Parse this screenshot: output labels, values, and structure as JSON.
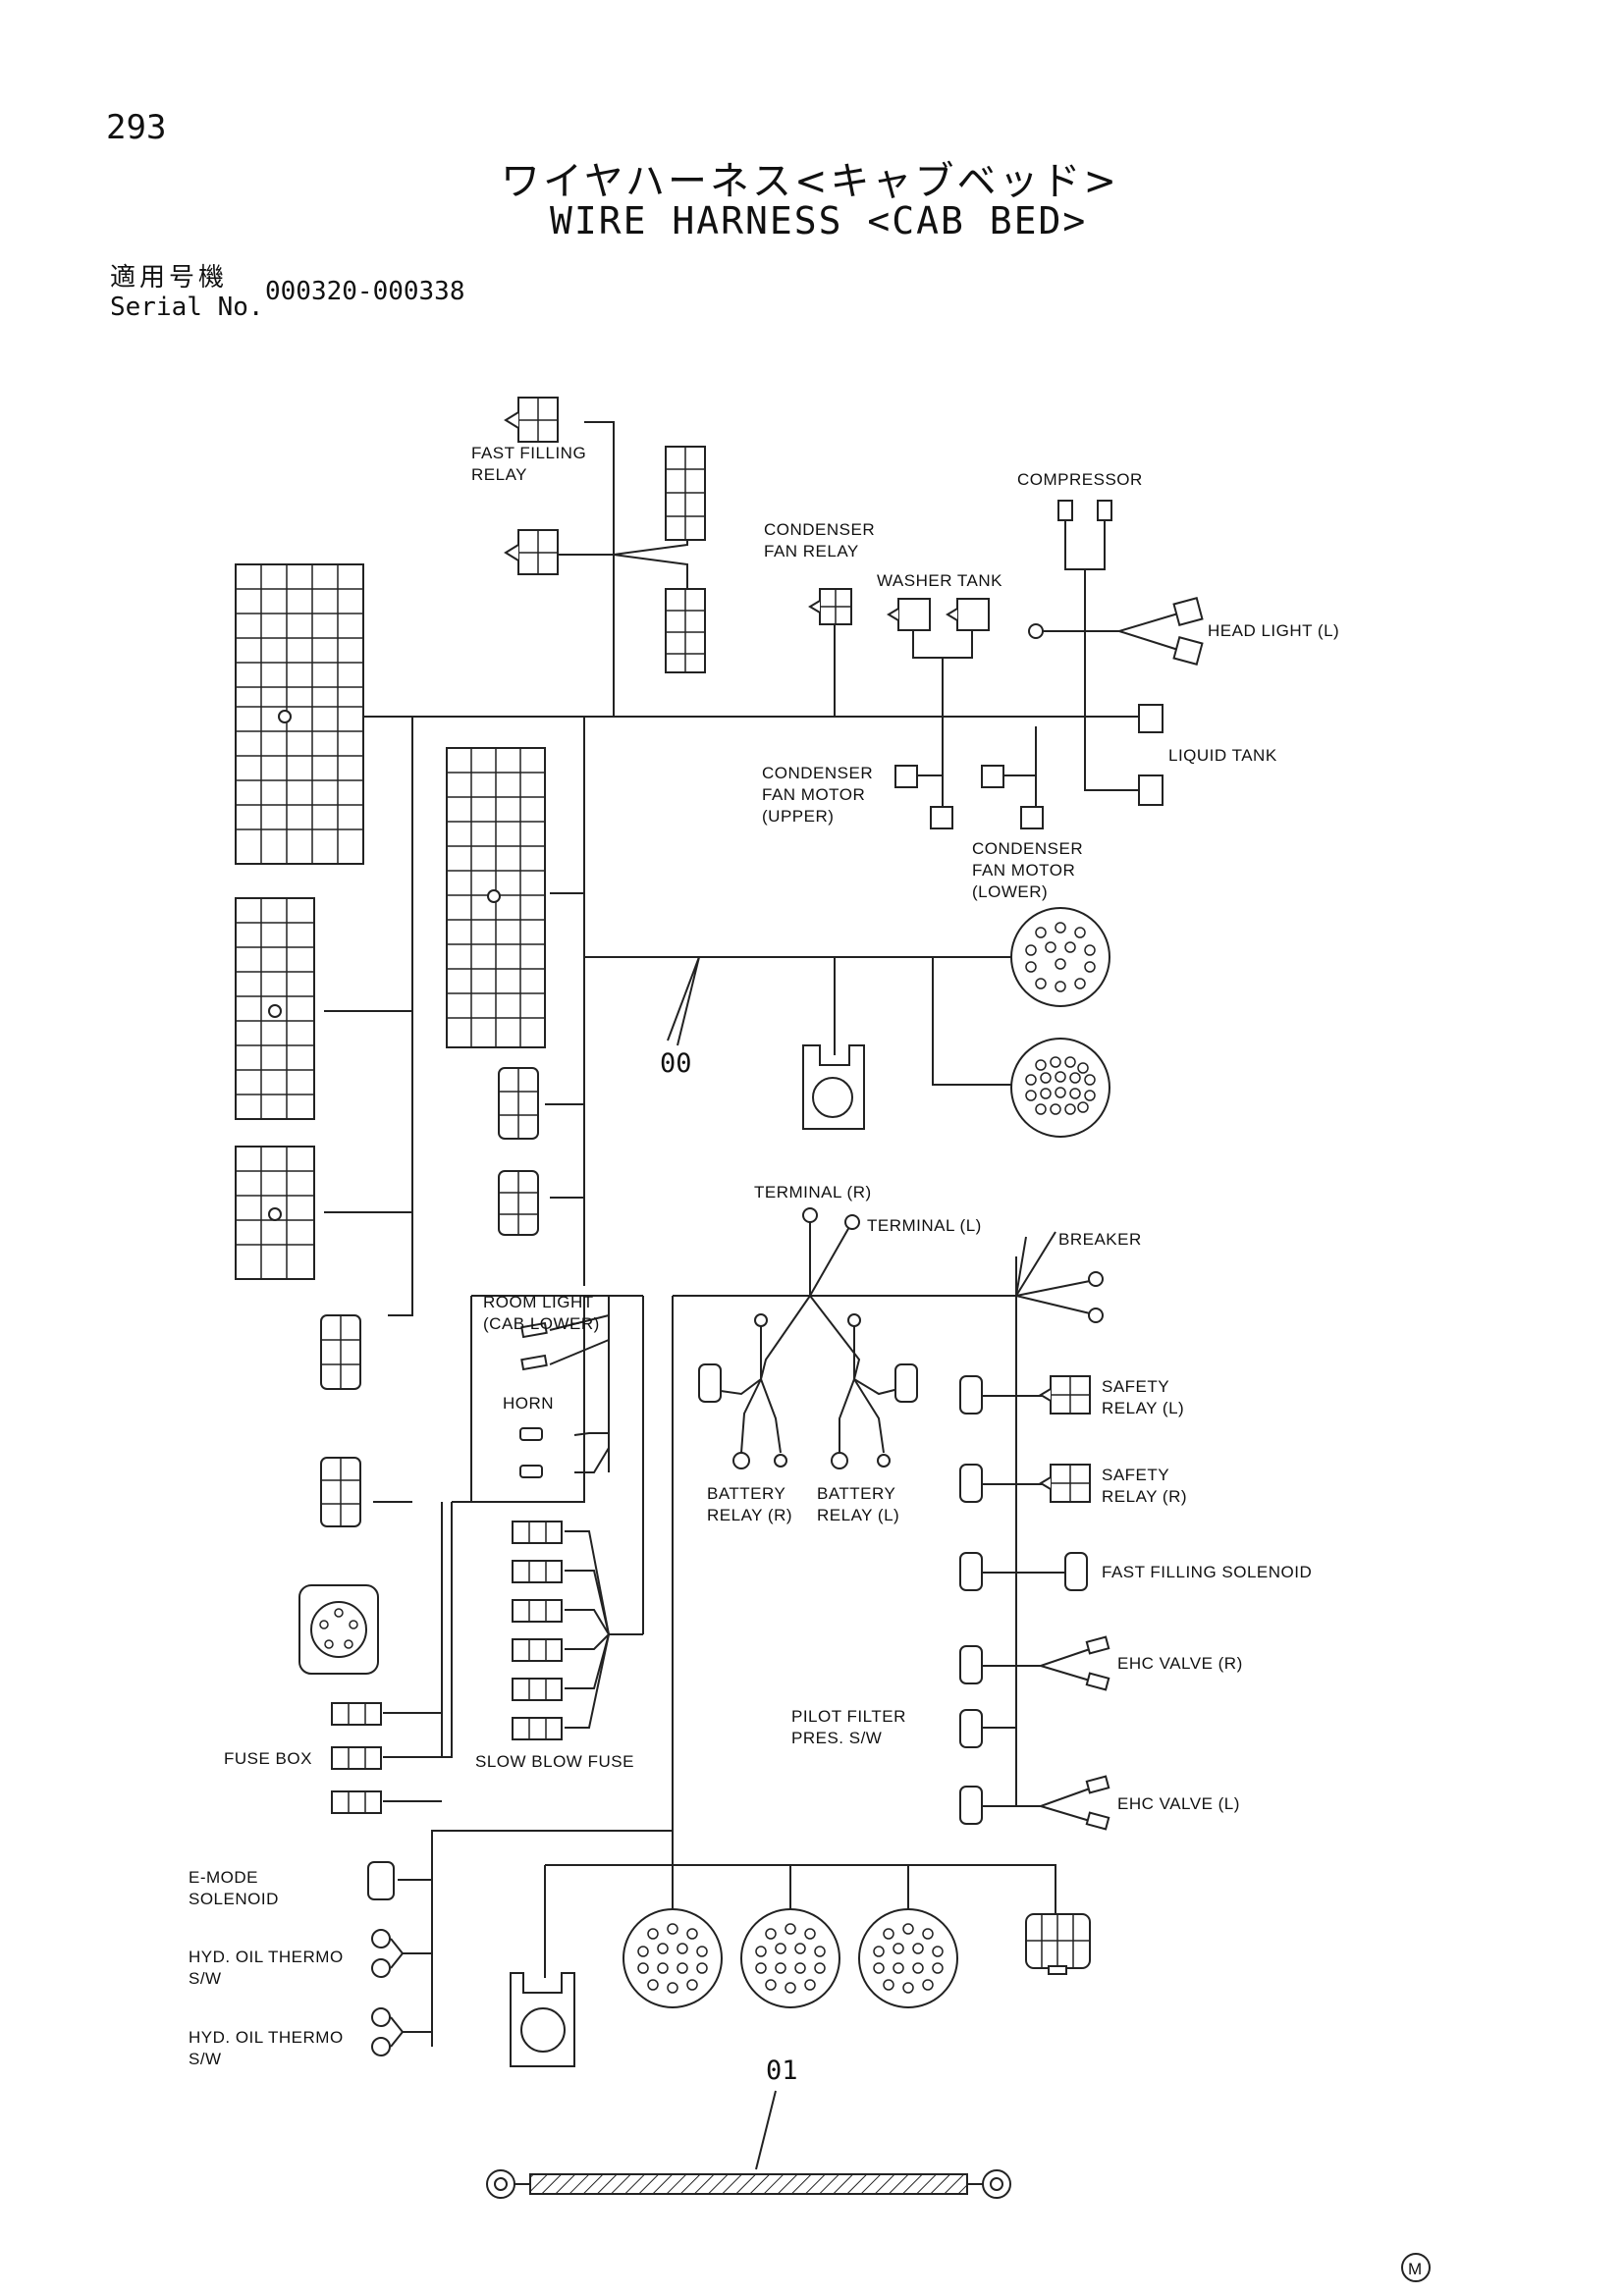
{
  "header": {
    "page_number": "293",
    "title_jp": "ワイヤハーネス<キャブベッド>",
    "title_en": "WIRE HARNESS <CAB BED>",
    "serial_label_jp": "適用号機",
    "serial_label_en": "Serial No.",
    "serial_range": "000320-000338"
  },
  "labels": {
    "fast_filling_relay": [
      "FAST FILLING",
      "RELAY"
    ],
    "compressor": "COMPRESSOR",
    "condenser_fan_relay": [
      "CONDENSER",
      "FAN RELAY"
    ],
    "washer_tank": "WASHER TANK",
    "head_light_l": "HEAD LIGHT (L)",
    "liquid_tank": "LIQUID TANK",
    "condenser_fan_motor_upper": [
      "CONDENSER",
      "FAN MOTOR",
      "(UPPER)"
    ],
    "condenser_fan_motor_lower": [
      "CONDENSER",
      "FAN MOTOR",
      "(LOWER)"
    ],
    "part_00": "00",
    "terminal_r": "TERMINAL (R)",
    "terminal_l": "TERMINAL (L)",
    "breaker": "BREAKER",
    "room_light": [
      "ROOM LIGHT",
      "(CAB LOWER)"
    ],
    "horn": "HORN",
    "safety_relay_l": [
      "SAFETY",
      "RELAY (L)"
    ],
    "safety_relay_r": [
      "SAFETY",
      "RELAY (R)"
    ],
    "battery_relay_r": [
      "BATTERY",
      "RELAY (R)"
    ],
    "battery_relay_l": [
      "BATTERY",
      "RELAY (L)"
    ],
    "fast_filling_solenoid": "FAST FILLING SOLENOID",
    "ehc_valve_r": "EHC VALVE (R)",
    "pilot_filter": [
      "PILOT FILTER",
      "PRES. S/W"
    ],
    "ehc_valve_l": "EHC VALVE (L)",
    "fuse_box": "FUSE BOX",
    "slow_blow_fuse": "SLOW BLOW FUSE",
    "e_mode_solenoid": [
      "E-MODE",
      "SOLENOID"
    ],
    "hyd_oil_thermo_1": [
      "HYD. OIL THERMO",
      "S/W"
    ],
    "hyd_oil_thermo_2": [
      "HYD. OIL THERMO",
      "S/W"
    ],
    "part_01": "01",
    "corner_mark": "M"
  }
}
